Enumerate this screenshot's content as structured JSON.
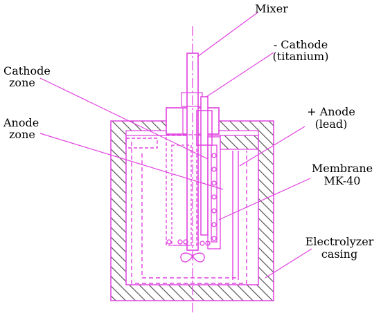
{
  "colors": {
    "line": "#e040e0",
    "hatch": "#606060",
    "text": "#000000"
  },
  "labels": {
    "mixer": "Mixer",
    "cathode": [
      "- Cathode",
      "(titanium)"
    ],
    "cathode_zone": [
      "Cathode",
      "zone"
    ],
    "anode_zone": [
      "Anode",
      "zone"
    ],
    "anode": [
      "+ Anode",
      "(lead)"
    ],
    "membrane": [
      "Membrane",
      "MK-40"
    ],
    "casing": [
      "Electrolyzer",
      "casing"
    ]
  }
}
